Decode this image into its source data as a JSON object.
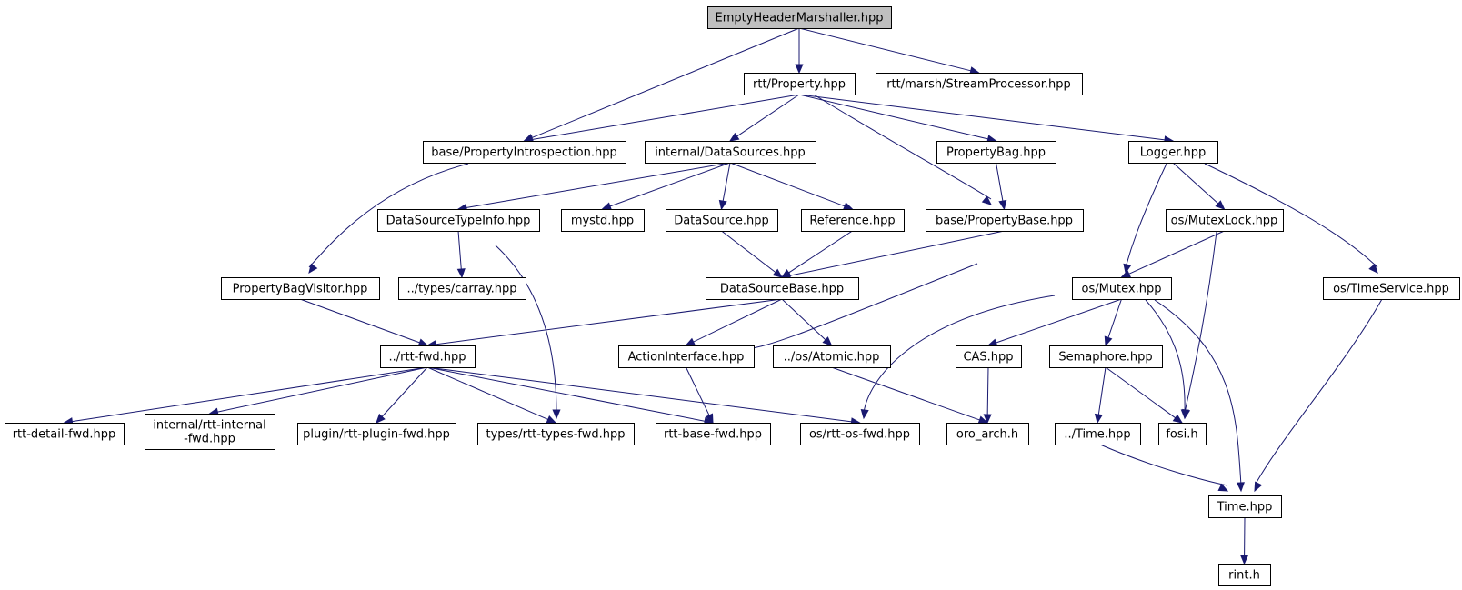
{
  "diagram": {
    "type": "include-dependency-graph",
    "colors": {
      "edge": "#191970",
      "node_border": "#000000",
      "node_fill": "#ffffff",
      "root_fill": "#bfbfbf"
    },
    "nodes": [
      {
        "id": "root",
        "label": "EmptyHeaderMarshaller.hpp",
        "root": true
      },
      {
        "id": "property",
        "label": "rtt/Property.hpp"
      },
      {
        "id": "streamproc",
        "label": "rtt/marsh/StreamProcessor.hpp"
      },
      {
        "id": "propintro",
        "label": "base/PropertyIntrospection.hpp"
      },
      {
        "id": "datasources",
        "label": "internal/DataSources.hpp"
      },
      {
        "id": "propbag",
        "label": "PropertyBag.hpp"
      },
      {
        "id": "logger",
        "label": "Logger.hpp"
      },
      {
        "id": "dstypeinfo",
        "label": "DataSourceTypeInfo.hpp"
      },
      {
        "id": "mystd",
        "label": "mystd.hpp"
      },
      {
        "id": "datasource",
        "label": "DataSource.hpp"
      },
      {
        "id": "reference",
        "label": "Reference.hpp"
      },
      {
        "id": "propbase",
        "label": "base/PropertyBase.hpp"
      },
      {
        "id": "mutexlock",
        "label": "os/MutexLock.hpp"
      },
      {
        "id": "propbagvisitor",
        "label": "PropertyBagVisitor.hpp"
      },
      {
        "id": "carray",
        "label": "../types/carray.hpp"
      },
      {
        "id": "dsbase",
        "label": "DataSourceBase.hpp"
      },
      {
        "id": "mutex",
        "label": "os/Mutex.hpp"
      },
      {
        "id": "timeservice",
        "label": "os/TimeService.hpp"
      },
      {
        "id": "rttfwd",
        "label": "../rtt-fwd.hpp"
      },
      {
        "id": "actioninterface",
        "label": "ActionInterface.hpp"
      },
      {
        "id": "atomic",
        "label": "../os/Atomic.hpp"
      },
      {
        "id": "cas",
        "label": "CAS.hpp"
      },
      {
        "id": "semaphore",
        "label": "Semaphore.hpp"
      },
      {
        "id": "detailfwd",
        "label": "rtt-detail-fwd.hpp"
      },
      {
        "id": "internalfwd",
        "label": "internal/rtt-internal\n-fwd.hpp"
      },
      {
        "id": "pluginfwd",
        "label": "plugin/rtt-plugin-fwd.hpp"
      },
      {
        "id": "typesfwd",
        "label": "types/rtt-types-fwd.hpp"
      },
      {
        "id": "basefwd",
        "label": "rtt-base-fwd.hpp"
      },
      {
        "id": "osfwd",
        "label": "os/rtt-os-fwd.hpp"
      },
      {
        "id": "oroarch",
        "label": "oro_arch.h"
      },
      {
        "id": "ostime",
        "label": "../Time.hpp"
      },
      {
        "id": "fosi",
        "label": "fosi.h"
      },
      {
        "id": "time",
        "label": "Time.hpp"
      },
      {
        "id": "rint",
        "label": "rint.h"
      }
    ],
    "edges": [
      [
        "root",
        "propintro"
      ],
      [
        "root",
        "property"
      ],
      [
        "root",
        "streamproc"
      ],
      [
        "property",
        "propintro"
      ],
      [
        "property",
        "datasources"
      ],
      [
        "property",
        "propbase"
      ],
      [
        "property",
        "propbag"
      ],
      [
        "property",
        "logger"
      ],
      [
        "propintro",
        "propbagvisitor"
      ],
      [
        "datasources",
        "dstypeinfo"
      ],
      [
        "datasources",
        "mystd"
      ],
      [
        "datasources",
        "datasource"
      ],
      [
        "datasources",
        "reference"
      ],
      [
        "propbag",
        "propbase"
      ],
      [
        "logger",
        "mutex"
      ],
      [
        "logger",
        "mutexlock"
      ],
      [
        "logger",
        "timeservice"
      ],
      [
        "dstypeinfo",
        "carray"
      ],
      [
        "dstypeinfo",
        "typesfwd"
      ],
      [
        "datasource",
        "dsbase"
      ],
      [
        "reference",
        "dsbase"
      ],
      [
        "propbase",
        "dsbase"
      ],
      [
        "propbase",
        "actioninterface"
      ],
      [
        "mutexlock",
        "mutex"
      ],
      [
        "mutexlock",
        "fosi"
      ],
      [
        "propbagvisitor",
        "rttfwd"
      ],
      [
        "dsbase",
        "rttfwd"
      ],
      [
        "dsbase",
        "actioninterface"
      ],
      [
        "dsbase",
        "atomic"
      ],
      [
        "mutex",
        "osfwd"
      ],
      [
        "mutex",
        "cas"
      ],
      [
        "mutex",
        "semaphore"
      ],
      [
        "mutex",
        "fosi"
      ],
      [
        "mutex",
        "time"
      ],
      [
        "timeservice",
        "time"
      ],
      [
        "rttfwd",
        "detailfwd"
      ],
      [
        "rttfwd",
        "internalfwd"
      ],
      [
        "rttfwd",
        "pluginfwd"
      ],
      [
        "rttfwd",
        "typesfwd"
      ],
      [
        "rttfwd",
        "basefwd"
      ],
      [
        "rttfwd",
        "osfwd"
      ],
      [
        "actioninterface",
        "basefwd"
      ],
      [
        "atomic",
        "oroarch"
      ],
      [
        "cas",
        "oroarch"
      ],
      [
        "semaphore",
        "ostime"
      ],
      [
        "semaphore",
        "fosi"
      ],
      [
        "ostime",
        "time"
      ],
      [
        "time",
        "rint"
      ]
    ]
  }
}
